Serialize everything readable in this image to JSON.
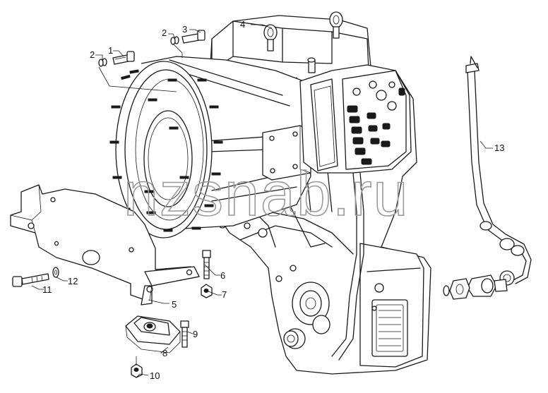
{
  "diagram": {
    "callouts": [
      {
        "id": "c1",
        "text": "1"
      },
      {
        "id": "c2a",
        "text": "2"
      },
      {
        "id": "c2b",
        "text": "2"
      },
      {
        "id": "c3",
        "text": "3"
      },
      {
        "id": "c4",
        "text": "4"
      },
      {
        "id": "c5",
        "text": "5"
      },
      {
        "id": "c6",
        "text": "6"
      },
      {
        "id": "c7",
        "text": "7"
      },
      {
        "id": "c8",
        "text": "8"
      },
      {
        "id": "c9",
        "text": "9"
      },
      {
        "id": "c10",
        "text": "10"
      },
      {
        "id": "c11",
        "text": "11"
      },
      {
        "id": "c12",
        "text": "12"
      },
      {
        "id": "c13",
        "text": "13"
      }
    ],
    "watermark": "nzsnab.ru"
  }
}
